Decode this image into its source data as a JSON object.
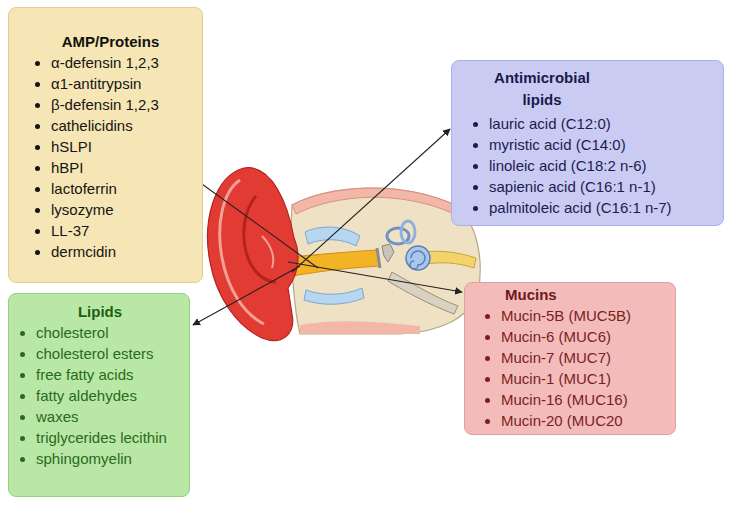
{
  "diagram": {
    "nodes": [
      {
        "text": [
          "AMP/Proteins",
          "α-defensin 1,2,3",
          "α1-antitrypsin",
          "β-defensin 1,2,3",
          "cathelicidins",
          "hSLPI",
          "hBPI",
          "lactoferrin",
          "lysozyme",
          "LL-37",
          "dermcidin"
        ]
      },
      {
        "text": [
          "Antimicrobial lipids",
          "lauric acid (C12:0)",
          "myristic acid (C14:0)",
          "linoleic acid (C18:2 n-6)",
          "sapienic acid (C16:1 n-1)",
          "palmitoleic acid (C16:1 n-7)"
        ]
      },
      {
        "text": [
          "Lipids",
          "cholesterol",
          "cholesterol esters",
          "free fatty acids",
          "fatty aldehydes",
          "waxes",
          "triglycerides lecithin",
          "sphingomyelin"
        ]
      },
      {
        "text": [
          "Mucins",
          "Mucin-5B (MUC5B)",
          "Mucin-6 (MUC6)",
          "Mucin-7 (MUC7)",
          "Mucin-1 (MUC1)",
          "Mucin-16 (MUC16)",
          "Mucin-20 (MUC20"
        ]
      }
    ]
  }
}
